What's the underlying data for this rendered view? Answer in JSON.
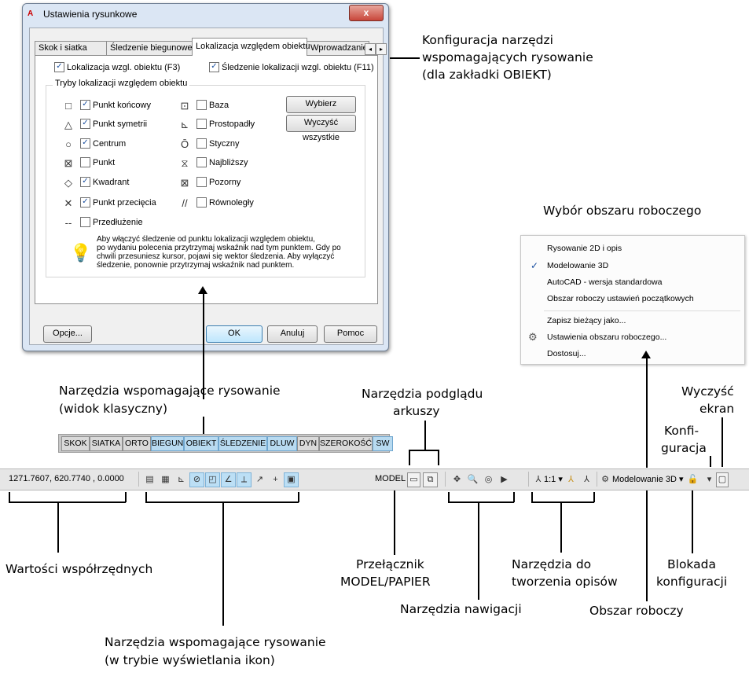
{
  "dialog": {
    "title": "Ustawienia rysunkowe",
    "close_label": "x",
    "tabs": [
      "Skok i siatka",
      "Śledzenie biegunowe",
      "Lokalizacja względem obiektu",
      "Wprowadzanie d"
    ],
    "tab_scroll_left": "◂",
    "tab_scroll_right": "▸",
    "osnap_on": {
      "label": "Lokalizacja wzgl. obiektu (F3)",
      "checked": true
    },
    "otrack_on": {
      "label": "Śledzenie lokalizacji wzgl. obiektu (F11)",
      "checked": true
    },
    "group_title": "Tryby lokalizacji względem obiektu",
    "modes_left": [
      {
        "symbol": "□",
        "label": "Punkt końcowy",
        "checked": true
      },
      {
        "symbol": "△",
        "label": "Punkt symetrii",
        "checked": true
      },
      {
        "symbol": "○",
        "label": "Centrum",
        "checked": true
      },
      {
        "symbol": "⊠",
        "label": "Punkt",
        "checked": false
      },
      {
        "symbol": "◇",
        "label": "Kwadrant",
        "checked": true
      },
      {
        "symbol": "✕",
        "label": "Punkt przecięcia",
        "checked": true
      },
      {
        "symbol": "--",
        "label": "Przedłużenie",
        "checked": false
      }
    ],
    "modes_right": [
      {
        "symbol": "⊡",
        "label": "Baza",
        "checked": false
      },
      {
        "symbol": "⊾",
        "label": "Prostopadły",
        "checked": false
      },
      {
        "symbol": "Ō",
        "label": "Styczny",
        "checked": false
      },
      {
        "symbol": "⧖",
        "label": "Najbliższy",
        "checked": false
      },
      {
        "symbol": "⊠",
        "label": "Pozorny",
        "checked": false
      },
      {
        "symbol": "//",
        "label": "Równoległy",
        "checked": false
      }
    ],
    "select_all": "Wybierz wszystkie",
    "clear_all": "Wyczyść wszystkie",
    "info_lines": [
      "Aby włączyć śledzenie od punktu lokalizacji względem obiektu,",
      "po wydaniu polecenia przytrzymaj wskaźnik nad tym punktem. Gdy po",
      "chwili przesuniesz kursor, pojawi się wektor śledzenia. Aby wyłączyć",
      "śledzenie, ponownie przytrzymaj wskaźnik nad punktem."
    ],
    "options_btn": "Opcje...",
    "ok_btn": "OK",
    "cancel_btn": "Anuluj",
    "help_btn": "Pomoc"
  },
  "classic_bar": [
    {
      "label": "SKOK",
      "on": false
    },
    {
      "label": "SIATKA",
      "on": false
    },
    {
      "label": "ORTO",
      "on": false
    },
    {
      "label": "BIEGUN",
      "on": true
    },
    {
      "label": "OBIEKT",
      "on": true
    },
    {
      "label": "ŚLEDZENIE",
      "on": true
    },
    {
      "label": "DLUW",
      "on": true
    },
    {
      "label": "DYN",
      "on": false
    },
    {
      "label": "SZEROKOŚĆ",
      "on": false
    },
    {
      "label": "SW",
      "on": true
    }
  ],
  "status_bar": {
    "coordinates": "1271.7607, 620.7740 , 0.0000",
    "model_label": "MODEL",
    "scale_label": "1:1 ▾",
    "workspace_label": "Modelowanie 3D ▾"
  },
  "workspace_menu": {
    "items": [
      "Rysowanie 2D i opis",
      "Modelowanie 3D",
      "AutoCAD - wersja standardowa",
      "Obszar roboczy ustawień początkowych"
    ],
    "checked_item": "Modelowanie 3D",
    "check_mark": "✓",
    "items2": [
      "Zapisz bieżący jako...",
      "Ustawienia obszaru roboczego...",
      "Dostosuj..."
    ]
  },
  "annotations": {
    "dialog_desc": [
      "Konfiguracja narzędzi",
      "wspomagających rysowanie",
      "(dla zakładki OBIEKT)"
    ],
    "workspace_select": "Wybór obszaru roboczego",
    "classic_tools": [
      "Narzędzia wspomagające rysowanie",
      "(widok klasyczny)"
    ],
    "layout_preview": [
      "Narzędzia podglądu",
      "arkuszy"
    ],
    "clean_screen": [
      "Wyczyść",
      "ekran"
    ],
    "config": [
      "Konfi-",
      "guracja"
    ],
    "coords": "Wartości współrzędnych",
    "model_switch": [
      "Przełącznik",
      "MODEL/PAPIER"
    ],
    "annotation_tools": [
      "Narzędzia do",
      "tworzenia opisów"
    ],
    "lock": [
      "Blokada",
      "konfiguracji"
    ],
    "navigation": "Narzędzia nawigacji",
    "workspace": "Obszar roboczy",
    "icon_tools": [
      "Narzędzia wspomagające rysowanie",
      "(w trybie wyświetlania ikon)"
    ]
  }
}
